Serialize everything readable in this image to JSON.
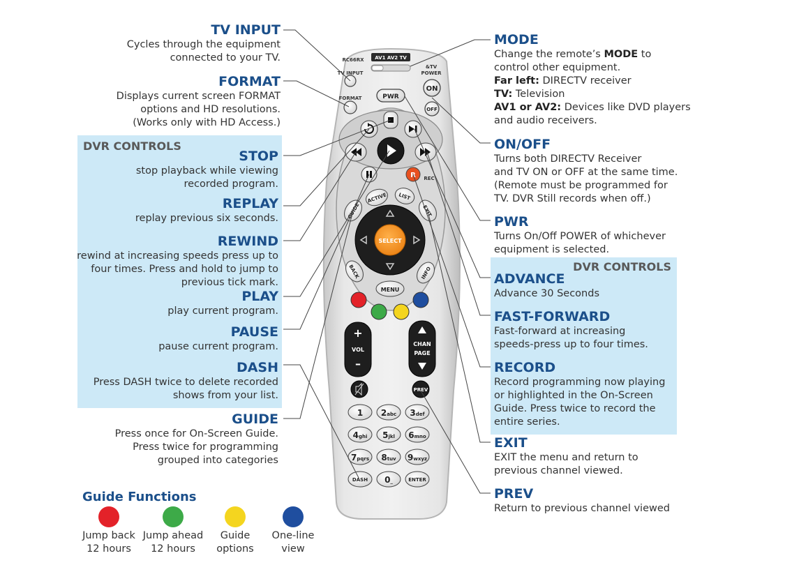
{
  "colors": {
    "title_blue": "#1b4f8a",
    "panel_blue": "#cde9f7",
    "red": "#e32229",
    "green": "#3daa48",
    "yellow": "#f4d51f",
    "blue": "#1f4e9f",
    "select_orange": "#f6921e"
  },
  "left_panel": {
    "title": "DVR CONTROLS"
  },
  "right_panel": {
    "title": "DVR CONTROLS"
  },
  "callouts": {
    "tv_input": {
      "title": "TV INPUT",
      "lines": [
        "Cycles through the equipment",
        "connected to your TV."
      ]
    },
    "format": {
      "title": "FORMAT",
      "lines": [
        "Displays current screen FORMAT",
        "options and HD resolutions.",
        "(Works only with HD Access.)"
      ]
    },
    "stop": {
      "title": "STOP",
      "lines": [
        "stop playback while viewing",
        "recorded program."
      ]
    },
    "replay": {
      "title": "REPLAY",
      "lines": [
        "replay previous six seconds."
      ]
    },
    "rewind": {
      "title": "REWIND",
      "lines": [
        "rewind at increasing speeds press up to",
        "four times. Press and hold to jump to",
        "previous  tick mark."
      ]
    },
    "play": {
      "title": "PLAY",
      "lines": [
        "play current program."
      ]
    },
    "pause": {
      "title": "PAUSE",
      "lines": [
        "pause current program."
      ]
    },
    "dash": {
      "title": "DASH",
      "lines": [
        "Press DASH twice to delete recorded",
        "shows from your list."
      ]
    },
    "guide": {
      "title": "GUIDE",
      "lines": [
        "Press once for On-Screen Guide.",
        "Press twice for programming",
        "grouped into categories"
      ]
    },
    "mode": {
      "title": "MODE",
      "line1_pre": "Change the remote’s ",
      "line1_bold": "MODE",
      "line1_post": " to",
      "line2": "control other equipment.",
      "l3_bold": "Far left:",
      "l3_text": " DIRECTV receiver",
      "l4_bold": "TV:",
      "l4_text": " Television",
      "l5_bold": "AV1 or AV2:",
      "l5_text": " Devices like DVD players",
      "line6": "and audio receivers."
    },
    "onoff": {
      "title": "ON/OFF",
      "lines": [
        "Turns both DIRECTV Receiver",
        "and TV ON or OFF at the same time.",
        "(Remote must be programmed for",
        "TV. DVR Still records when off.)"
      ]
    },
    "pwr": {
      "title": "PWR",
      "lines": [
        "Turns On/Off POWER of whichever",
        "equipment is selected."
      ]
    },
    "advance": {
      "title": "ADVANCE",
      "lines": [
        "Advance 30 Seconds"
      ]
    },
    "fastforward": {
      "title": "FAST-FORWARD",
      "lines": [
        "Fast-forward at increasing",
        "speeds-press up to four times."
      ]
    },
    "record": {
      "title": "RECORD",
      "lines": [
        "Record programming now playing",
        "or highlighted in the On-Screen",
        "Guide. Press twice to record the",
        "entire series."
      ]
    },
    "exit": {
      "title": "EXIT",
      "lines": [
        "EXIT the menu and return to",
        "previous channel viewed."
      ]
    },
    "prev": {
      "title": "PREV",
      "lines": [
        "Return to previous channel viewed"
      ]
    }
  },
  "guide_functions": {
    "title": "Guide Functions",
    "items": [
      {
        "color": "#e32229",
        "lines": [
          "Jump back",
          "12 hours"
        ]
      },
      {
        "color": "#3daa48",
        "lines": [
          "Jump ahead",
          "12 hours"
        ]
      },
      {
        "color": "#f4d51f",
        "lines": [
          "Guide",
          "options"
        ]
      },
      {
        "color": "#1f4e9f",
        "lines": [
          "One-line",
          "view"
        ]
      }
    ]
  },
  "remote": {
    "model": "RC66RX",
    "mode_label": "AV1 AV2 TV",
    "tv_input": "TV INPUT",
    "format": "FORMAT",
    "tv_power": "&TV\nPOWER",
    "pwr": "PWR",
    "on": "ON",
    "off": "OFF",
    "rec": "REC",
    "active": "ACTIVE",
    "list": "LIST",
    "guide": "GUIDE",
    "exit": "EXIT",
    "select": "SELECT",
    "back": "BACK",
    "info": "INFO",
    "menu": "MENU",
    "vol": "VOL",
    "chan": "CHAN",
    "page": "PAGE",
    "prev": "PREV",
    "keys": [
      {
        "d": "1",
        "s": ""
      },
      {
        "d": "2",
        "s": "abc"
      },
      {
        "d": "3",
        "s": "def"
      },
      {
        "d": "4",
        "s": "ghi"
      },
      {
        "d": "5",
        "s": "jkl"
      },
      {
        "d": "6",
        "s": "mno"
      },
      {
        "d": "7",
        "s": "pqrs"
      },
      {
        "d": "8",
        "s": "tuv"
      },
      {
        "d": "9",
        "s": "wxyz"
      },
      {
        "d": "DASH",
        "s": ""
      },
      {
        "d": "0",
        "s": "_"
      },
      {
        "d": "ENTER",
        "s": ""
      }
    ]
  }
}
